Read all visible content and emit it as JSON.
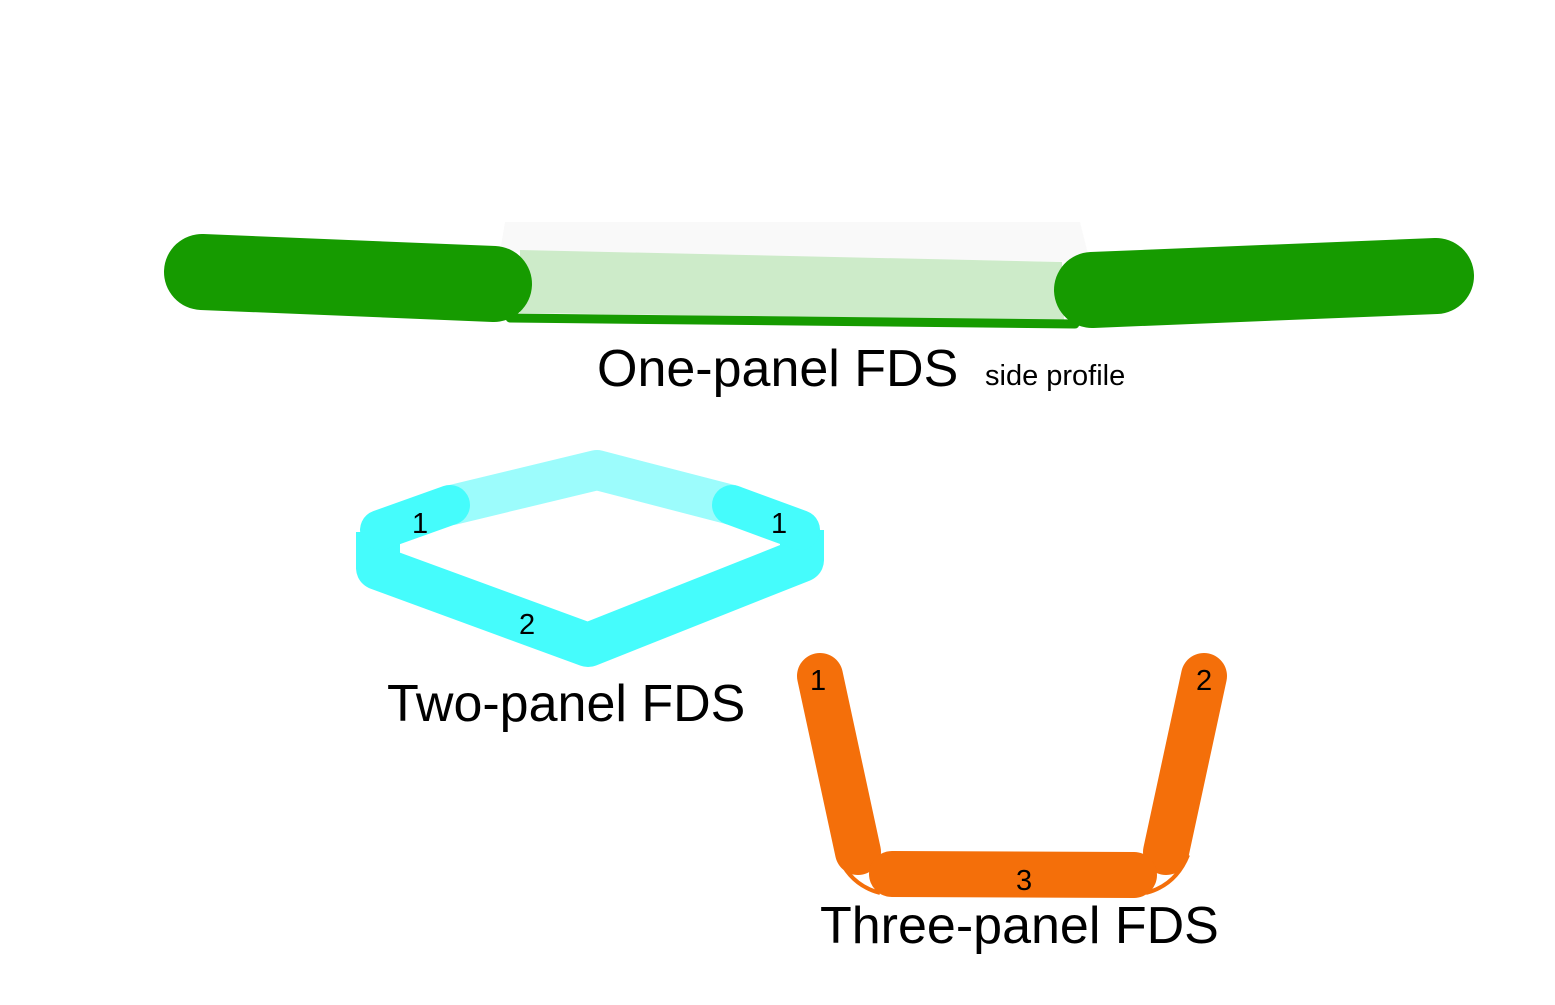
{
  "colors": {
    "one_panel_dark": "#169b00",
    "one_panel_light": "#cdebc9",
    "two_panel_dark": "#45fcfc",
    "two_panel_light": "#9cfcfc",
    "three_panel": "#f46f0a"
  },
  "one_panel": {
    "title": "One-panel FDS",
    "subtitle": "side profile"
  },
  "two_panel": {
    "title": "Two-panel FDS",
    "labels": [
      "1",
      "1",
      "2"
    ]
  },
  "three_panel": {
    "title": "Three-panel FDS",
    "labels": [
      "1",
      "2",
      "3"
    ]
  }
}
